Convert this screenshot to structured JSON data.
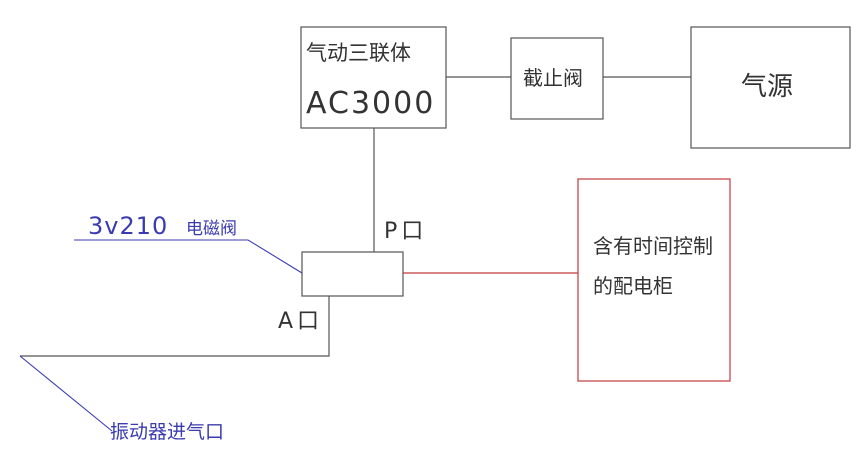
{
  "diagram": {
    "frl_unit": {
      "name": "气动三联体",
      "model": "AC3000"
    },
    "shutoff_valve": {
      "label": "截止阀"
    },
    "air_source": {
      "label": "气源"
    },
    "controller": {
      "line1": "含有时间控制",
      "line2": "的配电柜"
    },
    "solenoid_valve": {
      "label_model": "3v210",
      "label_text": "电磁阀"
    },
    "port_p": {
      "label": "P口"
    },
    "port_a": {
      "label": "A口"
    },
    "vibrator_inlet": {
      "label": "振动器进气口"
    },
    "colors": {
      "line": "#555555",
      "controller": "#c0393b",
      "annotation": "#3b3bb0"
    }
  }
}
